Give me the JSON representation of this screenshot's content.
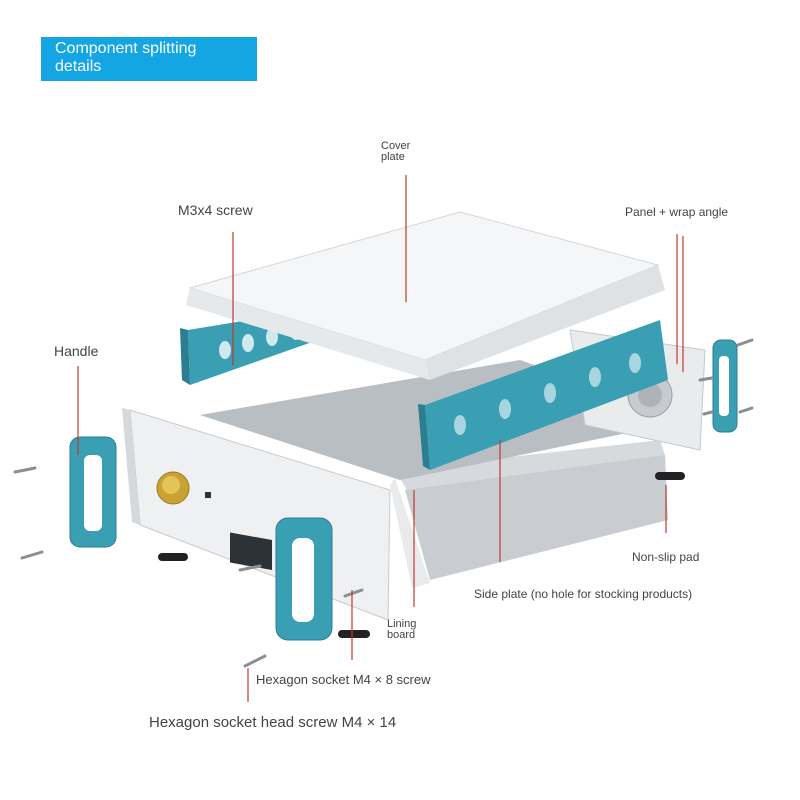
{
  "title": {
    "line1": "Component splitting",
    "line2": "details"
  },
  "labels": {
    "cover_plate": {
      "line1": "Cover",
      "line2": "plate"
    },
    "m3x4_screw": "M3x4 screw",
    "panel_wrap_angle": "Panel + wrap angle",
    "handle": "Handle",
    "non_slip_pad": "Non-slip pad",
    "side_plate": "Side plate (no hole for stocking products)",
    "lining_board": {
      "line1": "Lining",
      "line2": "board"
    },
    "hex_m4x8": "Hexagon socket M4 × 8 screw",
    "hex_m4x14": "Hexagon socket head screw M4 × 14"
  },
  "colors": {
    "banner": "#13a6e2",
    "accent_teal": "#3a9fb3",
    "aluminum": "#e6e8ea",
    "leader_line": "#c0392b",
    "knob_gold": "#c9a233"
  }
}
